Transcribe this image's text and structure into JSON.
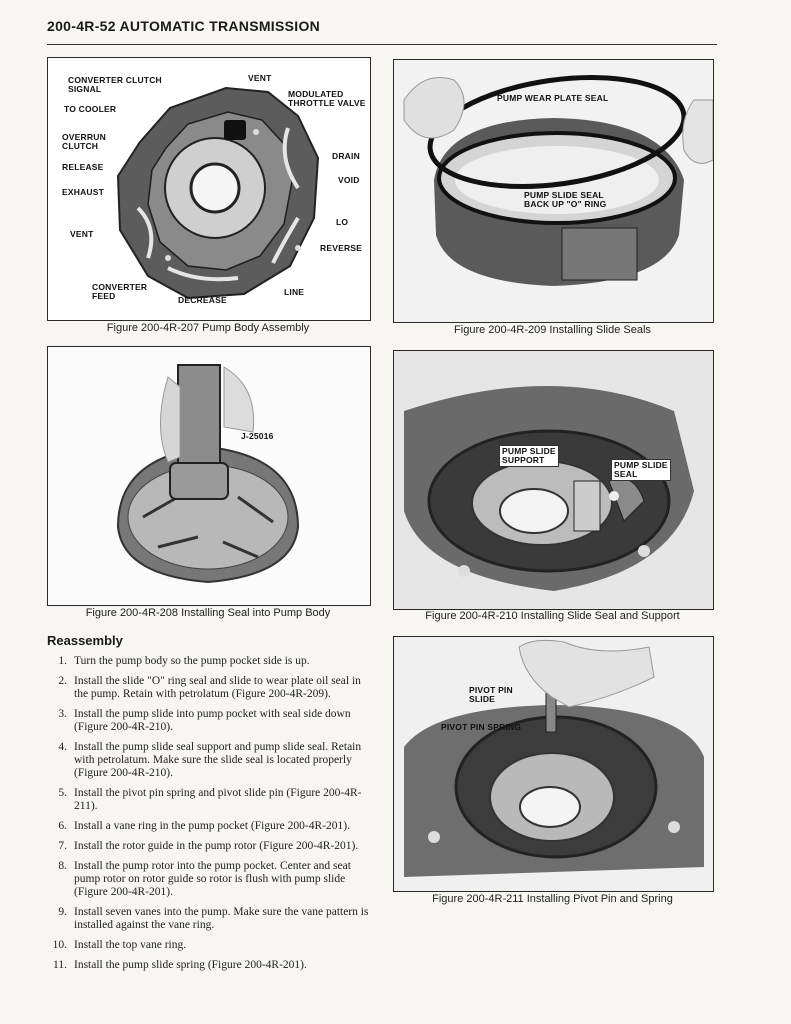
{
  "header": {
    "title": "200-4R-52  AUTOMATIC TRANSMISSION"
  },
  "figures": {
    "fig207": {
      "caption": "Figure 200-4R-207 Pump Body Assembly",
      "labels": {
        "converter_clutch_signal": "CONVERTER CLUTCH\nSIGNAL",
        "to_cooler": "TO COOLER",
        "vent_top": "VENT",
        "modulated_throttle_valve": "MODULATED\nTHROTTLE VALVE",
        "overrun_clutch": "OVERRUN\nCLUTCH",
        "release": "RELEASE",
        "drain": "DRAIN",
        "exhaust": "EXHAUST",
        "void": "VOID",
        "lo": "LO",
        "vent_left": "VENT",
        "reverse": "REVERSE",
        "converter_feed": "CONVERTER\nFEED",
        "decrease": "DECREASE",
        "line": "LINE"
      }
    },
    "fig208": {
      "caption": "Figure 200-4R-208 Installing Seal into Pump Body",
      "labels": {
        "tool": "J-25016"
      }
    },
    "fig209": {
      "caption": "Figure 200-4R-209 Installing Slide Seals",
      "labels": {
        "wear_plate_seal": "PUMP WEAR PLATE SEAL",
        "slide_seal": "PUMP SLIDE SEAL\nBACK UP \"O\" RING"
      }
    },
    "fig210": {
      "caption": "Figure 200-4R-210 Installing Slide Seal and Support",
      "labels": {
        "support": "PUMP SLIDE\nSUPPORT",
        "seal": "PUMP SLIDE\nSEAL"
      }
    },
    "fig211": {
      "caption": "Figure 200-4R-211 Installing Pivot Pin and Spring",
      "labels": {
        "pivot_pin_slide": "PIVOT PIN\nSLIDE",
        "pivot_pin_spring": "PIVOT PIN SPRING"
      }
    }
  },
  "reassembly": {
    "heading": "Reassembly",
    "steps": [
      {
        "num": "1.",
        "text": "Turn the pump body so the pump pocket side is up."
      },
      {
        "num": "2.",
        "text": "Install the slide \"O\" ring seal and slide to wear plate oil seal in the pump. Retain with petrolatum (Figure 200-4R-209)."
      },
      {
        "num": "3.",
        "text": "Install the pump slide into pump pocket with seal side down (Figure 200-4R-210)."
      },
      {
        "num": "4.",
        "text": "Install the pump slide seal support and pump slide seal. Retain with petrolatum. Make sure the slide seal is located properly (Figure 200-4R-210)."
      },
      {
        "num": "5.",
        "text": "Install the pivot pin spring and pivot slide pin (Figure 200-4R-211)."
      },
      {
        "num": "6.",
        "text": "Install a vane ring in the pump pocket (Figure 200-4R-201)."
      },
      {
        "num": "7.",
        "text": "Install the rotor guide in the pump rotor (Figure 200-4R-201)."
      },
      {
        "num": "8.",
        "text": "Install the pump rotor into the pump pocket. Center and seat pump rotor on rotor guide so rotor is flush with pump slide (Figure 200-4R-201)."
      },
      {
        "num": "9.",
        "text": "Install seven vanes into the pump. Make sure the vane pattern is installed against the vane ring."
      },
      {
        "num": "10.",
        "text": "Install the top vane ring."
      },
      {
        "num": "11.",
        "text": "Install the pump slide spring (Figure 200-4R-201)."
      }
    ]
  }
}
